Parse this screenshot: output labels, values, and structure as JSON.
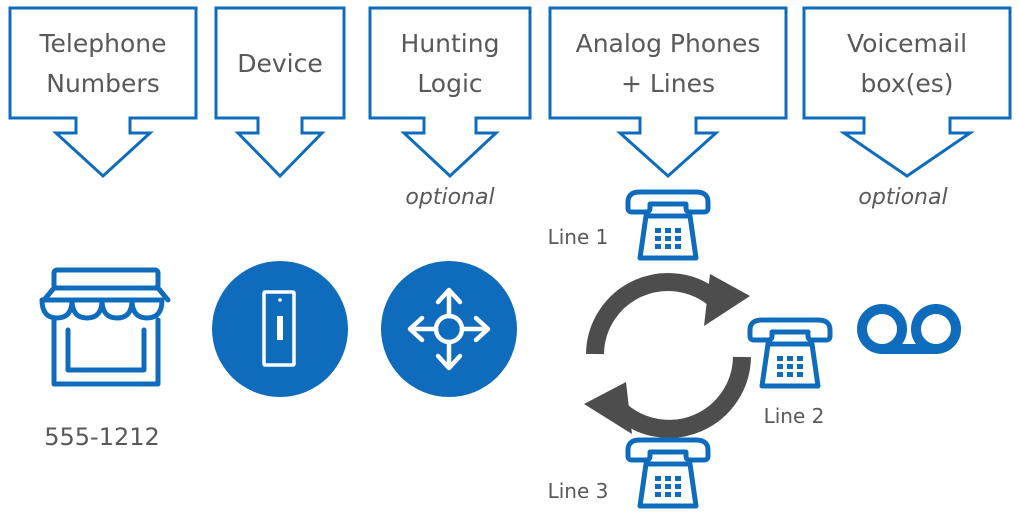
{
  "colors": {
    "blue": "#0F6CBD",
    "gray_text": "#595959",
    "cycle_gray": "#4D4D4D",
    "white": "#FFFFFF"
  },
  "callouts": [
    {
      "line1": "Telephone",
      "line2": "Numbers",
      "note": ""
    },
    {
      "line1": "Device",
      "line2": "",
      "note": ""
    },
    {
      "line1": "Hunting",
      "line2": "Logic",
      "note": "optional"
    },
    {
      "line1": "Analog Phones",
      "line2": "+ Lines",
      "note": ""
    },
    {
      "line1": "Voicemail",
      "line2": "box(es)",
      "note": "optional"
    }
  ],
  "phone_number": "555-1212",
  "lines": [
    {
      "label": "Line 1"
    },
    {
      "label": "Line 2"
    },
    {
      "label": "Line 3"
    }
  ],
  "icons": {
    "storefront": "storefront-icon",
    "device": "device-icon",
    "hunting": "move-arrows-icon",
    "cycle": "cycle-arrows-icon",
    "phone": "desk-phone-icon",
    "voicemail": "voicemail-icon"
  }
}
